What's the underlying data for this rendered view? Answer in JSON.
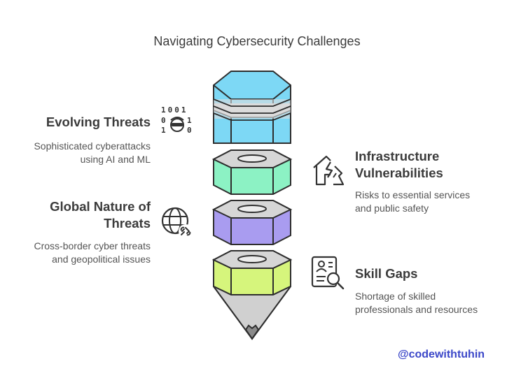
{
  "title": "Navigating Cybersecurity Challenges",
  "items": [
    {
      "heading": "Evolving Threats",
      "desc_lines": [
        "Sophisticated cyberattacks",
        "using AI and ML"
      ],
      "icon": "binary-hacker-icon"
    },
    {
      "heading_lines": [
        "Infrastructure",
        "Vulnerabilities"
      ],
      "desc_lines": [
        "Risks to essential services",
        "and public safety"
      ],
      "icon": "broken-house-icon"
    },
    {
      "heading_lines": [
        "Global Nature of",
        "Threats"
      ],
      "desc_lines": [
        "Cross-border cyber threats",
        "and geopolitical issues"
      ],
      "icon": "globe-broken-link-icon"
    },
    {
      "heading": "Skill Gaps",
      "desc_lines": [
        "Shortage of skilled",
        "professionals and resources"
      ],
      "icon": "resume-search-icon"
    }
  ],
  "icon_text": {
    "binary_row1": "1001",
    "binary_left": "0",
    "binary_right1": "1",
    "binary_left2": "1",
    "binary_right2": "0"
  },
  "segment_colors": {
    "eraser": "#7dd8f5",
    "seg1": "#8cf2c4",
    "seg2": "#a99cf0",
    "seg3": "#d6f57c"
  },
  "watermark": "@codewithtuhin"
}
